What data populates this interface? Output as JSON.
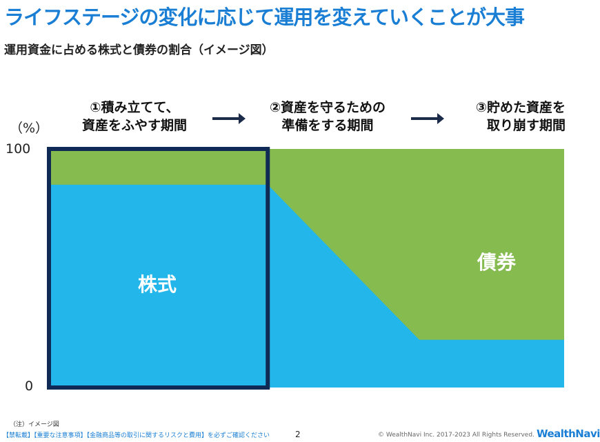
{
  "title": "ライフステージの変化に応じて運用を変えていくことが大事",
  "subtitle": "運用資金に占める株式と債券の割合（イメージ図）",
  "phases": [
    {
      "line1": "①積み立てて、",
      "line2": "資産をふやす期間"
    },
    {
      "line1": "②資産を守るための",
      "line2": "準備をする期間"
    },
    {
      "line1": "③貯めた資産を",
      "line2": "取り崩す期間"
    }
  ],
  "footer": {
    "note": "（注）イメージ図",
    "disclaimer": "【禁転載】【重要な注意事項】【金融商品等の取引に関するリスクと費用】を必ずご確認ください",
    "page": "2",
    "copyright": "© WealthNavi Inc. 2017-2023 All Rights Reserved.",
    "logo": "WealthNavi"
  },
  "chart_data": {
    "type": "area",
    "title": "運用資金に占める株式と債券の割合（イメージ図）",
    "ylabel": "（%）",
    "ylim": [
      0,
      100
    ],
    "yticks": [
      "100",
      "0"
    ],
    "x": [
      0,
      42.7,
      72,
      100
    ],
    "series": [
      {
        "name": "株式",
        "values": [
          85,
          85,
          20,
          20
        ],
        "color": "#23b6ea"
      },
      {
        "name": "債券",
        "values": [
          15,
          15,
          80,
          80
        ],
        "color": "#86bb50"
      }
    ],
    "highlight_color": "#0f2a55"
  }
}
